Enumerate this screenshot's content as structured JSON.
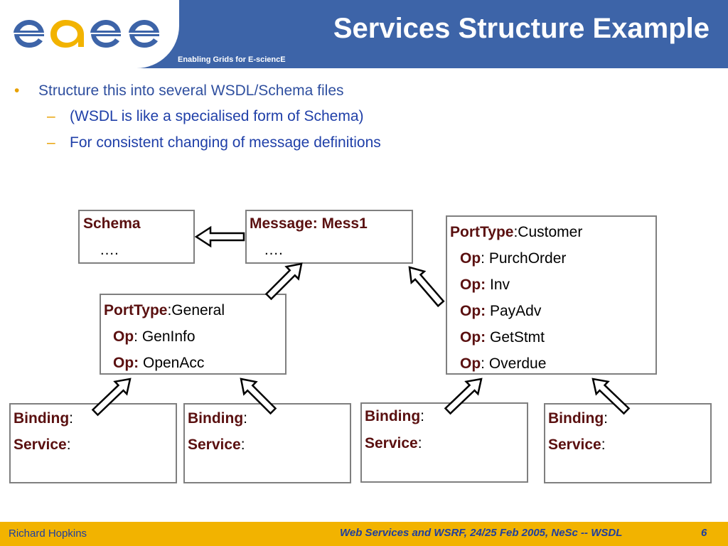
{
  "header": {
    "title": "Services Structure Example",
    "logo_text": "egee",
    "tagline": "Enabling Grids for E-sciencE"
  },
  "bullets": {
    "main": "Structure this into several WSDL/Schema files",
    "sub": [
      "(WSDL is like a specialised form of Schema)",
      "For consistent changing of message definitions"
    ]
  },
  "diagram": {
    "schema": {
      "title": "Schema",
      "body": "…."
    },
    "message": {
      "title": "Message: Mess1",
      "body": "…."
    },
    "porttype_general": {
      "title_key": "PortType",
      "title_value": ":General",
      "ops": [
        {
          "key": "Op",
          "value": ": GenInfo"
        },
        {
          "key": "Op:",
          "value": " OpenAcc"
        }
      ]
    },
    "porttype_customer": {
      "title_key": "PortType",
      "title_value": ":Customer",
      "ops": [
        {
          "key": "Op",
          "value": ": PurchOrder"
        },
        {
          "key": "Op:",
          "value": " Inv"
        },
        {
          "key": "Op:",
          "value": " PayAdv"
        },
        {
          "key": "Op:",
          "value": " GetStmt"
        },
        {
          "key": "Op",
          "value": ": Overdue"
        }
      ]
    },
    "bindings": [
      {
        "binding": "Binding",
        "binding_sep": ":",
        "service": "Service",
        "service_sep": ":"
      },
      {
        "binding": "Binding",
        "binding_sep": ":",
        "service": "Service",
        "service_sep": ":"
      },
      {
        "binding": "Binding",
        "binding_sep": ":",
        "service": "Service",
        "service_sep": ":"
      },
      {
        "binding": "Binding",
        "binding_sep": ":",
        "service": "Service",
        "service_sep": ":"
      }
    ]
  },
  "footer": {
    "author": "Richard Hopkins",
    "event": "Web Services and WSRF, 24/25 Feb 2005, NeSc --  WSDL",
    "page": "6"
  },
  "colors": {
    "header_bg": "#3d64a8",
    "footer_bg": "#f2b300",
    "bullet_text": "#2f4f9f",
    "bullet_marker": "#e8a100",
    "box_border": "#7f7f7f"
  }
}
